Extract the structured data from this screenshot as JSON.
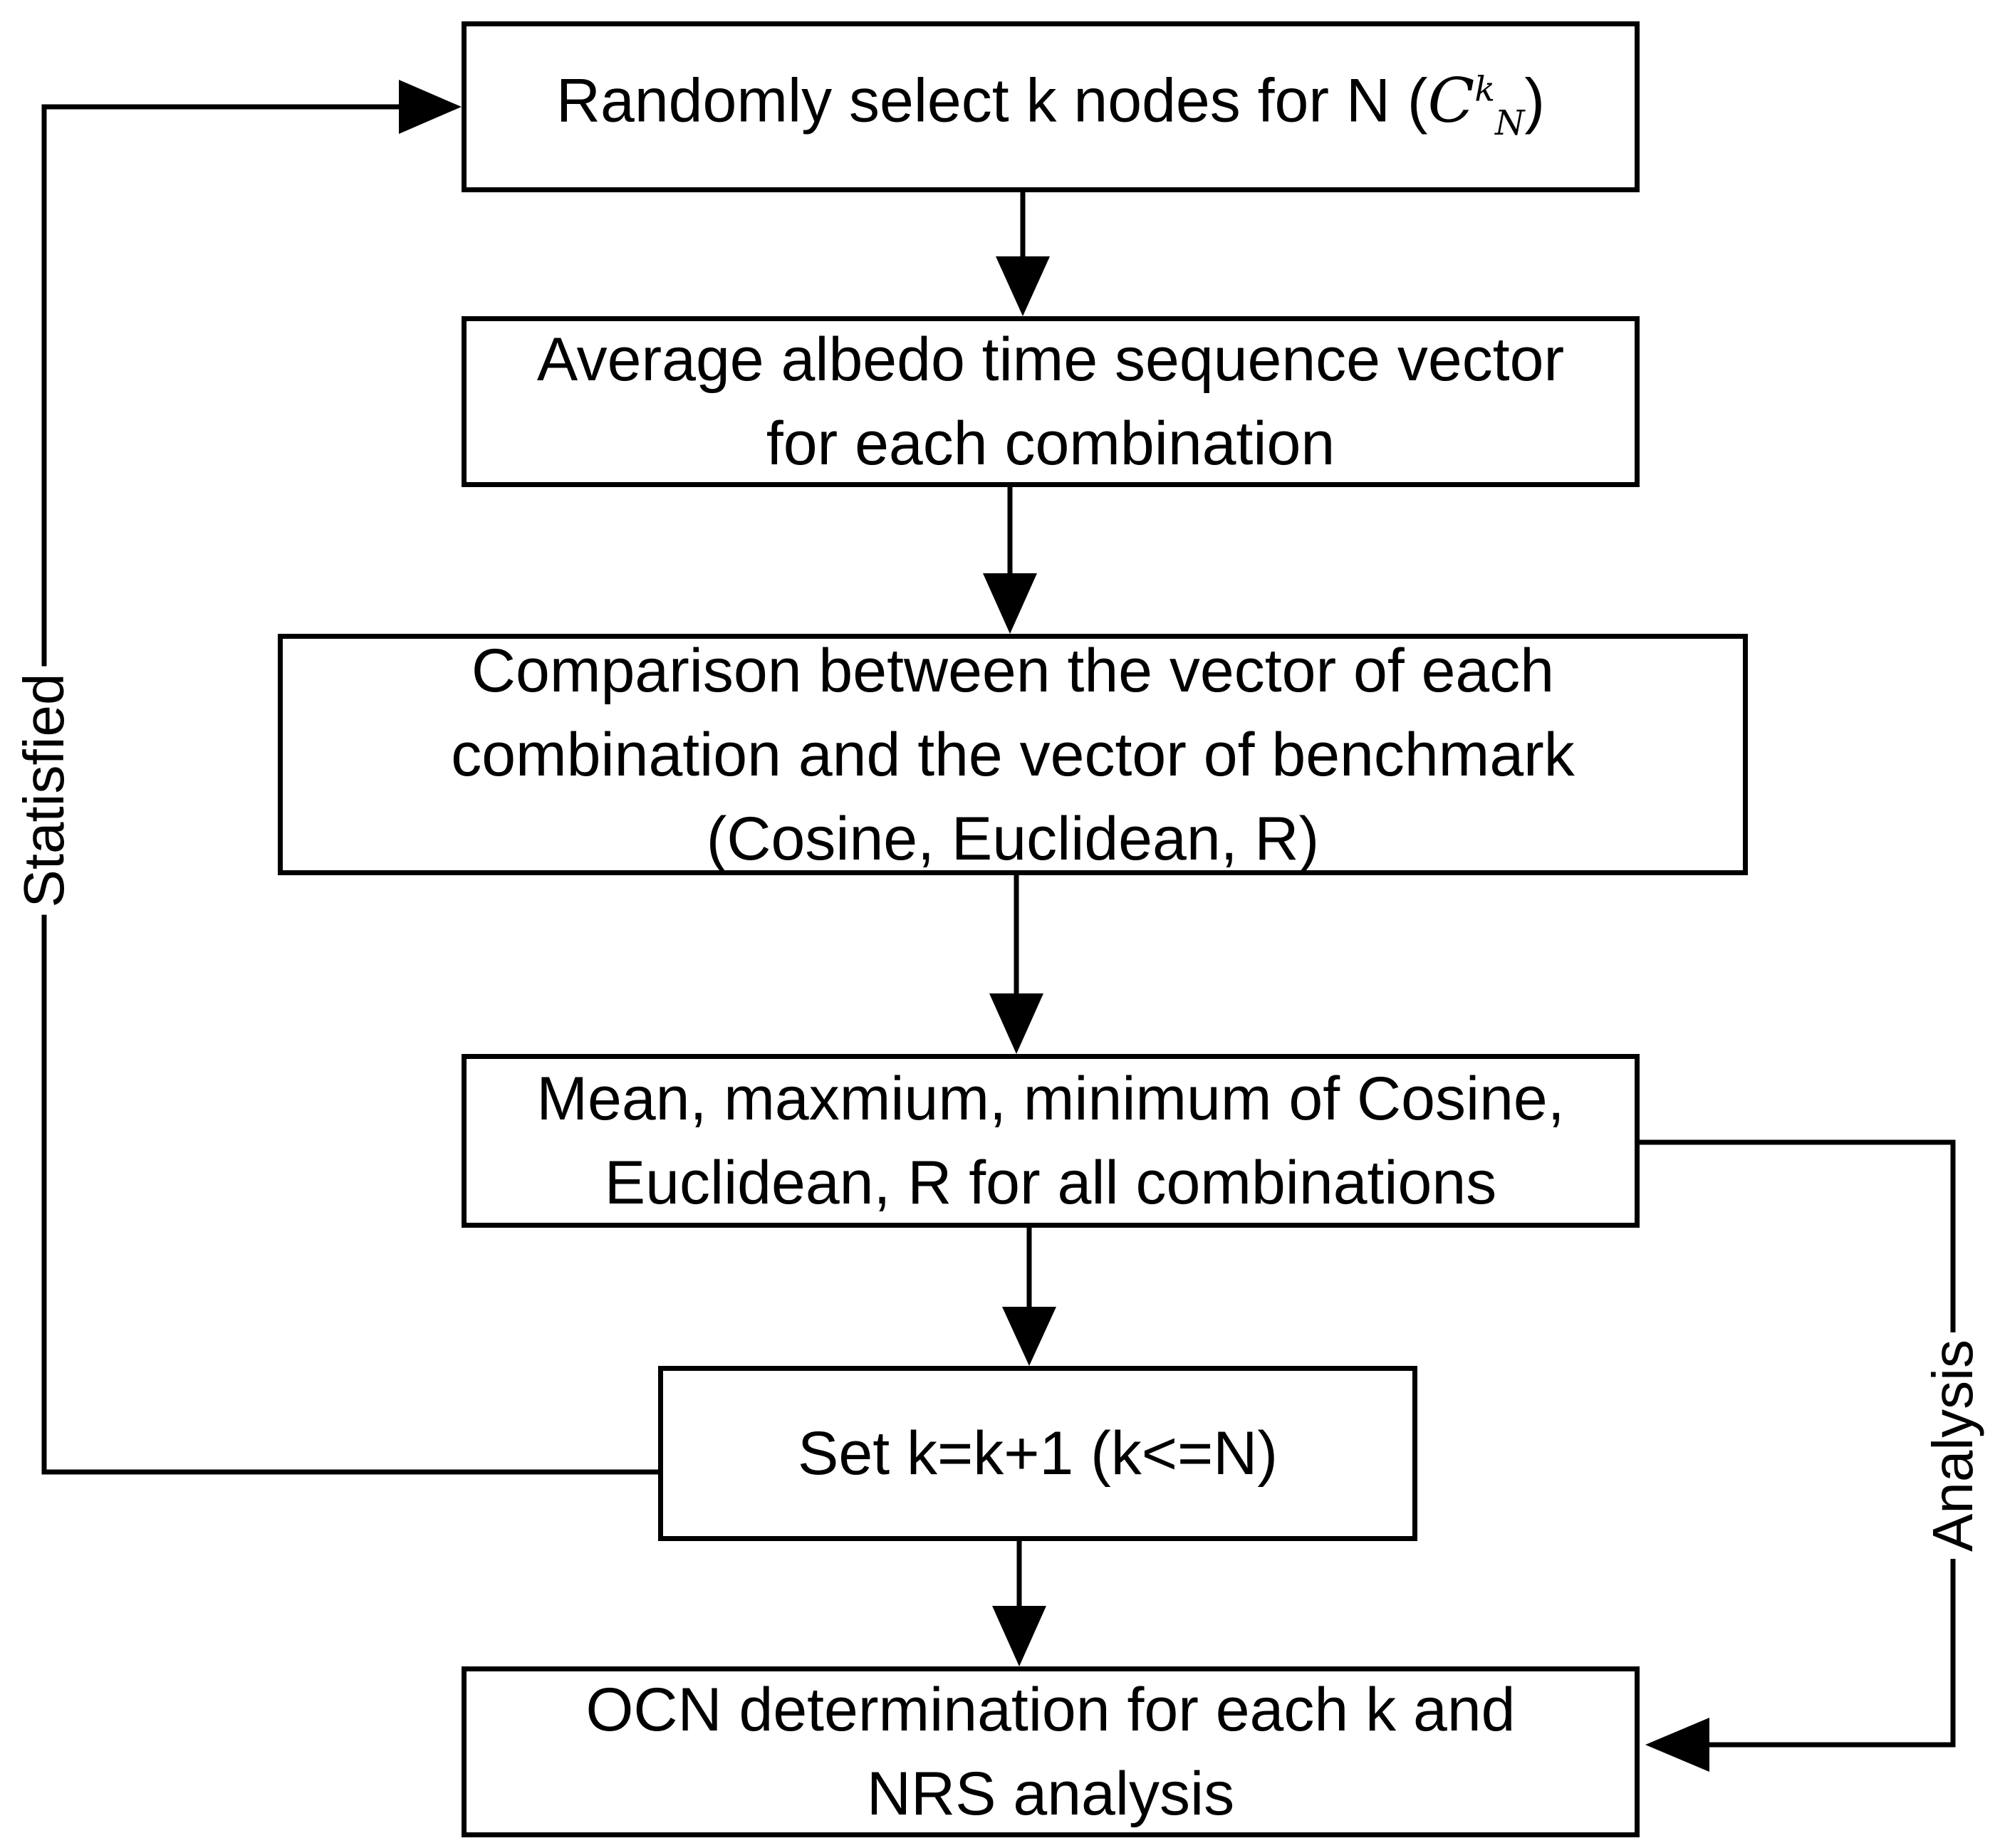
{
  "diagram": {
    "steps": [
      {
        "id": "select",
        "text": "Randomly select k nodes for N (",
        "formula": {
          "base": "C",
          "sup": "k",
          "sub": "N"
        },
        "text_after": ")"
      },
      {
        "id": "average",
        "lines": [
          "Average albedo time sequence vector",
          "for each combination"
        ]
      },
      {
        "id": "compare",
        "lines": [
          "Comparison between the vector of each",
          "combination and the vector of benchmark",
          "(Cosine, Euclidean, R)"
        ]
      },
      {
        "id": "stats",
        "lines": [
          "Mean, maxmium, minimum of Cosine,",
          "Euclidean, R for all combinations"
        ]
      },
      {
        "id": "increment",
        "lines": [
          "Set k=k+1 (k<=N)"
        ]
      },
      {
        "id": "ocn",
        "lines": [
          "OCN determination for each k and",
          "NRS analysis"
        ]
      }
    ],
    "loop_label": "Statisfied",
    "analysis_label": "Analysis"
  }
}
